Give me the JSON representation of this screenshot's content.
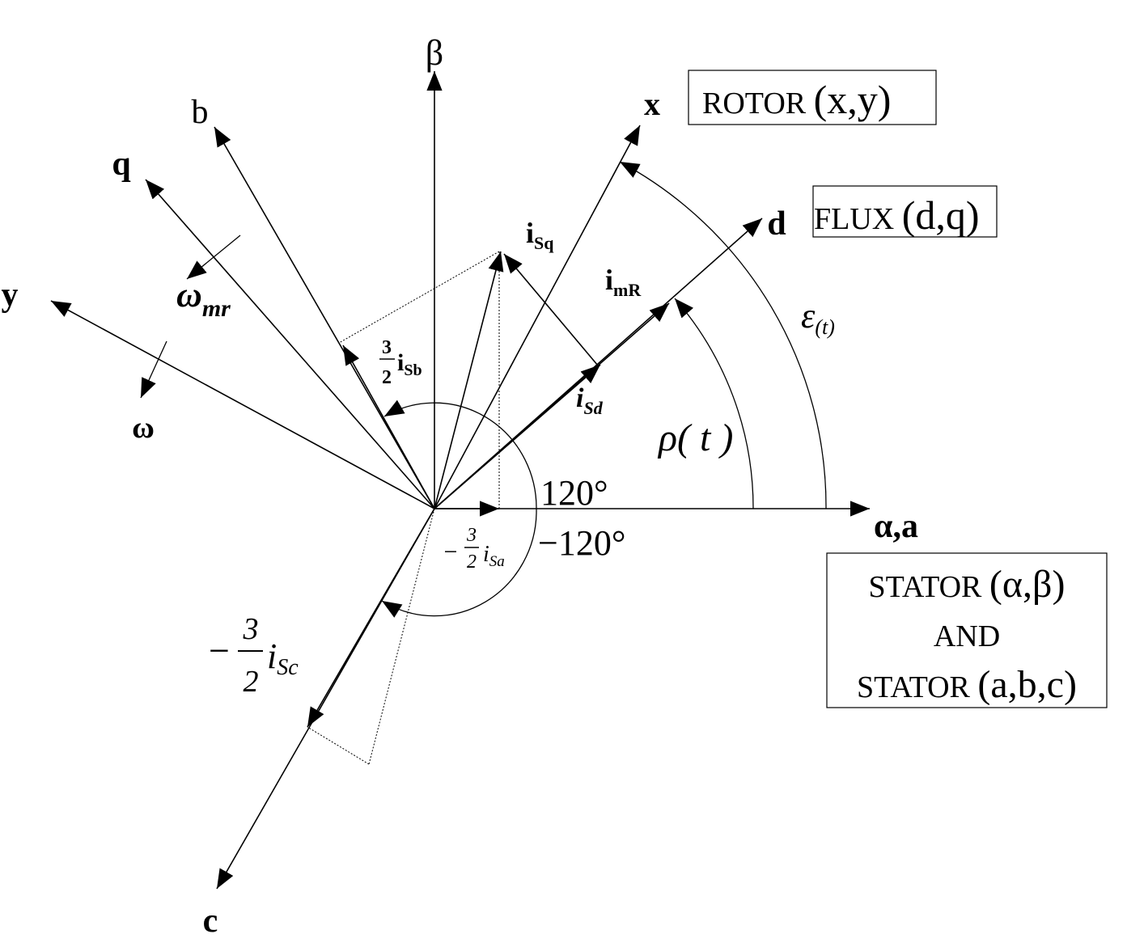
{
  "axes": {
    "beta": "β",
    "b": "b",
    "q": "q",
    "y": "y",
    "x": "x",
    "d": "d",
    "alpha_a": "α,a",
    "c": "c",
    "omega": "ω",
    "omega_mr_sym": "ω",
    "omega_mr_sub": "mr"
  },
  "currents": {
    "isq_main": "i",
    "isq_sub": "Sq",
    "imr_main": "i",
    "imr_sub": "mR",
    "isd_main": "i",
    "isd_sub": "Sd",
    "isb_coef_num": "3",
    "isb_coef_den": "2",
    "isb_main": "i",
    "isb_sub": "Sb",
    "isa_sign": "−",
    "isa_coef_num": "3",
    "isa_coef_den": "2",
    "isa_main": "i",
    "isa_sub": "Sa",
    "isc_sign": "−",
    "isc_coef_num": "3",
    "isc_coef_den": "2",
    "isc_main": "i",
    "isc_sub": "Sc"
  },
  "angles": {
    "plus_120": "120°",
    "minus_120": "−120°",
    "rho": "ρ( t )",
    "epsilon_sym": "ε",
    "epsilon_sub": "(t)"
  },
  "frames": {
    "rotor_name": "ROTOR ",
    "rotor_coords": "(x,y)",
    "flux_name": "FLUX ",
    "flux_coords": "(d,q)",
    "stator1_name": "STATOR ",
    "stator1_coords": "(α,β)",
    "and": "AND",
    "stator2_name": "STATOR ",
    "stator2_coords": "(a,b,c)"
  }
}
